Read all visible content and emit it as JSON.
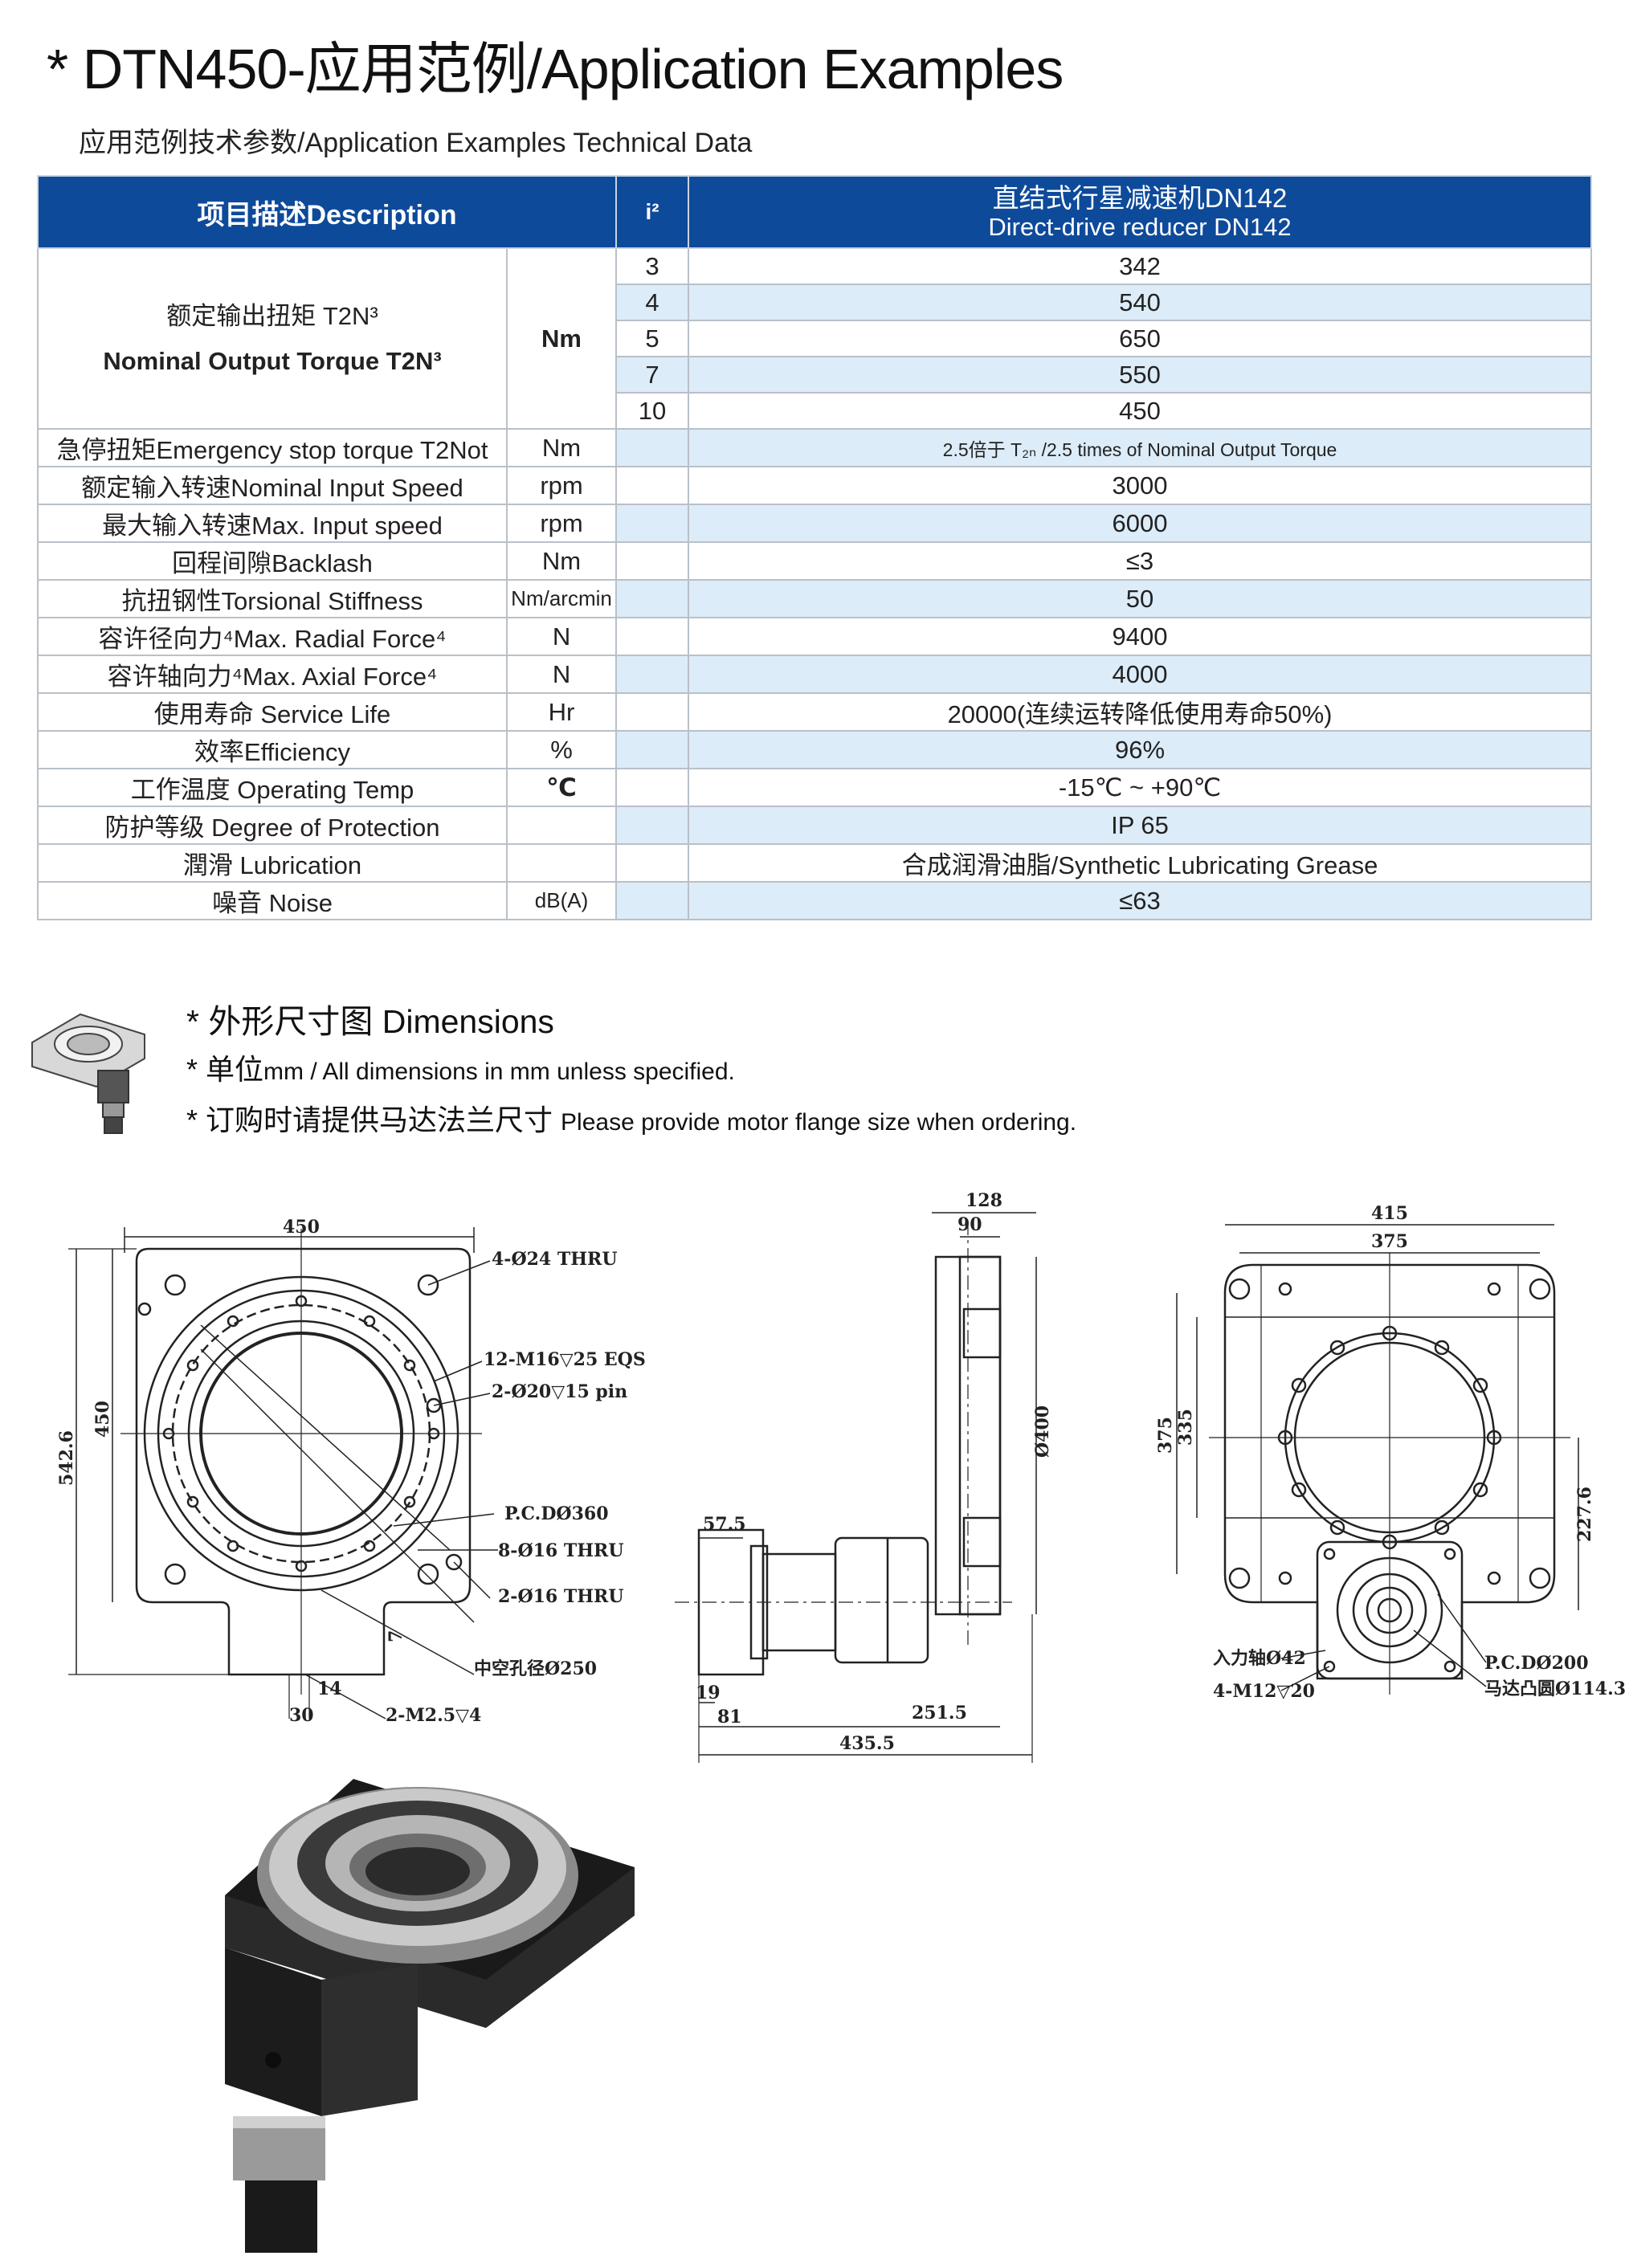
{
  "header": {
    "title": "* DTN450-应用范例/Application Examples",
    "subtitle": "应用范例技术参数/Application  Examples  Technical  Data"
  },
  "table": {
    "header": {
      "description": "项目描述Description",
      "ratio": "i²",
      "model_cn": "直结式行星减速机DN142",
      "model_en": "Direct-drive reducer  DN142"
    },
    "torque": {
      "label_cn": "额定输出扭矩 T2N³",
      "label_en": "Nominal Output Torque T2N³",
      "unit": "Nm",
      "rows": [
        {
          "ratio": "3",
          "value": "342"
        },
        {
          "ratio": "4",
          "value": "540"
        },
        {
          "ratio": "5",
          "value": "650"
        },
        {
          "ratio": "7",
          "value": "550"
        },
        {
          "ratio": "10",
          "value": "450"
        }
      ]
    },
    "rows": [
      {
        "label": "急停扭矩Emergency stop torque T2Not",
        "unit": "Nm",
        "value": "2.5倍于 T₂ₙ /2.5 times of Nominal Output Torque"
      },
      {
        "label": "额定输入转速Nominal Input Speed",
        "unit": "rpm",
        "value": "3000"
      },
      {
        "label": "最大输入转速Max. Input speed",
        "unit": "rpm",
        "value": "6000"
      },
      {
        "label": "回程间隙Backlash",
        "unit": "Nm",
        "value": "≤3"
      },
      {
        "label": "抗扭钢性Torsional Stiffness",
        "unit": "Nm/arcmin",
        "value": "50"
      },
      {
        "label": "容许径向力⁴Max. Radial Force⁴",
        "unit": "N",
        "value": "9400"
      },
      {
        "label": "容许轴向力⁴Max. Axial Force⁴",
        "unit": "N",
        "value": "4000"
      },
      {
        "label": "使用寿命 Service Life",
        "unit": "Hr",
        "value": "20000(连续运转降低使用寿命50%)"
      },
      {
        "label": "效率Efficiency",
        "unit": "%",
        "value": "96%"
      },
      {
        "label": "工作温度 Operating Temp",
        "unit": "℃",
        "value": "-15℃ ~ +90℃"
      },
      {
        "label": "防护等级 Degree of Protection",
        "unit": "",
        "value": "IP 65"
      },
      {
        "label": "潤滑 Lubrication",
        "unit": "",
        "value": "合成润滑油脂/Synthetic Lubricating Grease"
      },
      {
        "label": "噪音 Noise",
        "unit": "dB(A)",
        "value": "≤63"
      }
    ]
  },
  "dimensions": {
    "heading": "* 外形尺寸图 Dimensions",
    "unit_cn": "* 单位",
    "unit_en": "mm / All dimensions in mm unless specified.",
    "order_cn": "* 订购时请提供马达法兰尺寸",
    "order_en": "Please provide motor flange size when ordering."
  },
  "drawing_labels": {
    "front": {
      "w450": "450",
      "h450": "450",
      "h542": "542.6",
      "holes": "4-Ø24 THRU",
      "threads": "12-M16▽25 EQS",
      "pins": "2-Ø20▽15 pin",
      "pcd": "P.C.DØ360",
      "thru": "8-Ø16 THRU",
      "pin16": "2-Ø16 THRU",
      "bore": "中空孔径Ø250",
      "d14": "14",
      "d30": "30",
      "d7": "7",
      "m25": "2-M2.5▽4"
    },
    "side": {
      "d128": "128",
      "d90": "90",
      "d400": "Ø400",
      "d575": "57.5",
      "d19": "19",
      "d81": "81",
      "d2515": "251.5",
      "d4355": "435.5"
    },
    "rear": {
      "d415": "415",
      "d375": "375",
      "h375": "375",
      "h335": "335",
      "h2276": "227.6",
      "shaft": "入力轴Ø42",
      "m12": "4-M12▽20",
      "pcd200": "P.C.DØ200",
      "flange": "马达凸圆Ø114.3"
    }
  },
  "colors": {
    "header_blue": "#0e4a9a",
    "row_blue": "#dcecf8",
    "border": "#b9c0c8"
  }
}
